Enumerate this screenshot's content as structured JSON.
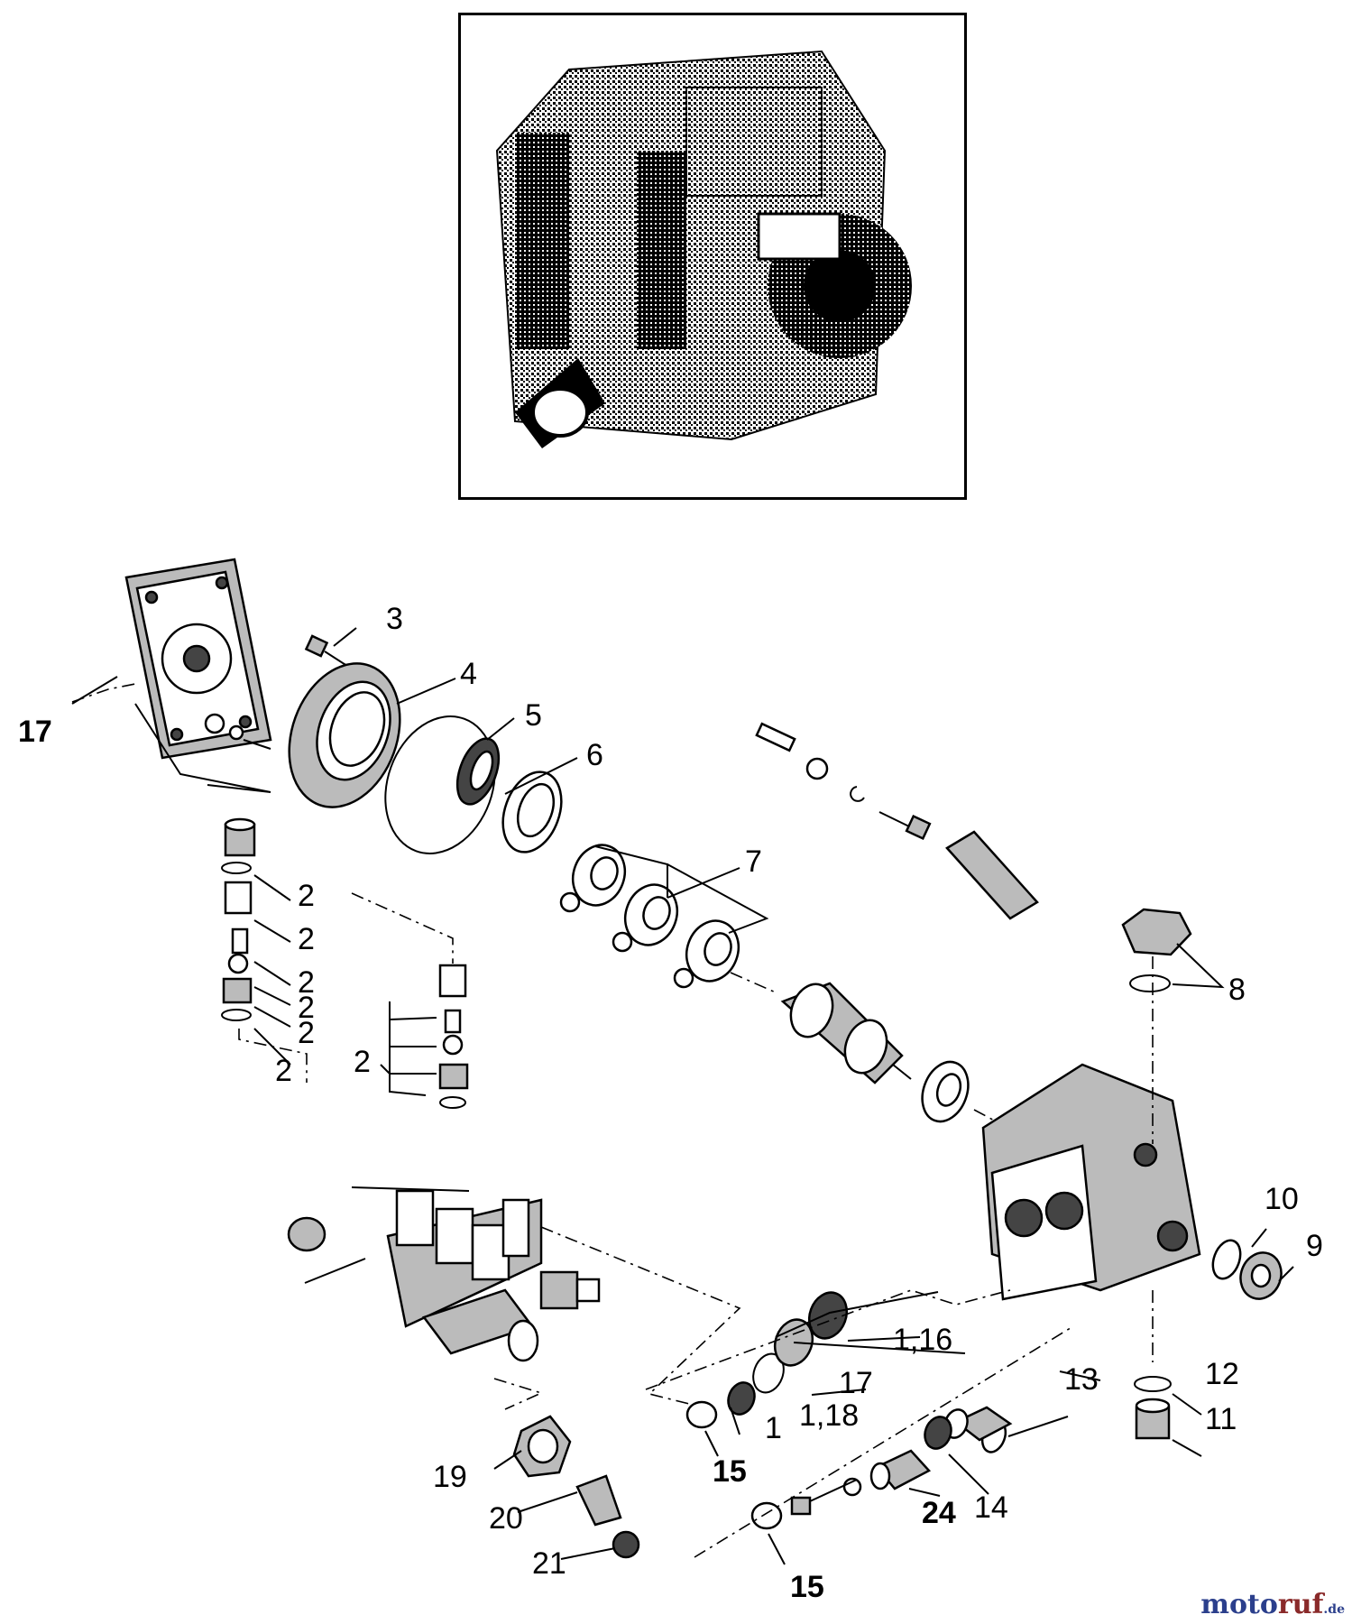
{
  "callouts": {
    "c1": "1",
    "c1_16": "1,16",
    "c1_18": "1,18",
    "c2": "2",
    "c3": "3",
    "c4": "4",
    "c5": "5",
    "c6": "6",
    "c7": "7",
    "c8": "8",
    "c9": "9",
    "c10": "10",
    "c11": "11",
    "c12": "12",
    "c13": "13",
    "c14": "14",
    "c15": "15",
    "c17": "17",
    "c19": "19",
    "c20": "20",
    "c21": "21",
    "c24": "24"
  },
  "watermark": {
    "part_a": "moto",
    "part_b": "ruf",
    "part_c": ".de"
  },
  "icons": [
    "pump-assembly-photo",
    "cover-plate",
    "bearing",
    "cam",
    "valve-cage",
    "manifold",
    "pump-housing"
  ]
}
